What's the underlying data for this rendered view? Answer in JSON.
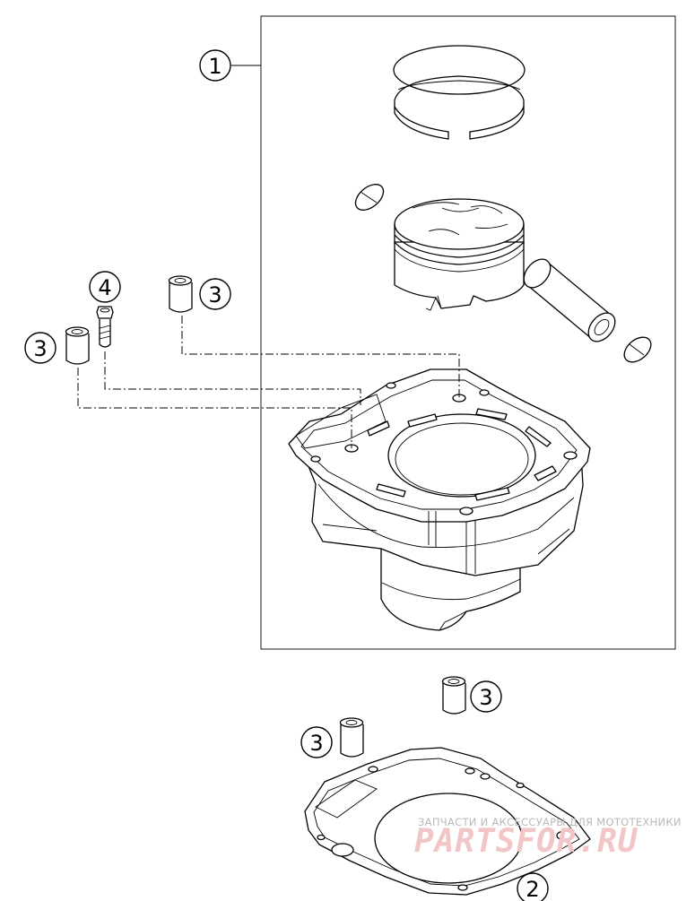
{
  "callouts": {
    "c1": "1",
    "c2": "2",
    "c3a": "3",
    "c3b": "3",
    "c3c": "3",
    "c3d": "3",
    "c4": "4"
  },
  "watermark": {
    "tagline": "ЗАПЧАСТИ И АКСЕССУАРЫ ДЛЯ МОТОТЕХНИКИ",
    "brand": "PARTSFOR.RU"
  },
  "colors": {
    "line": "#000000",
    "watermark_text": "#b9b9b9",
    "watermark_brand": "#f2c6c6"
  }
}
